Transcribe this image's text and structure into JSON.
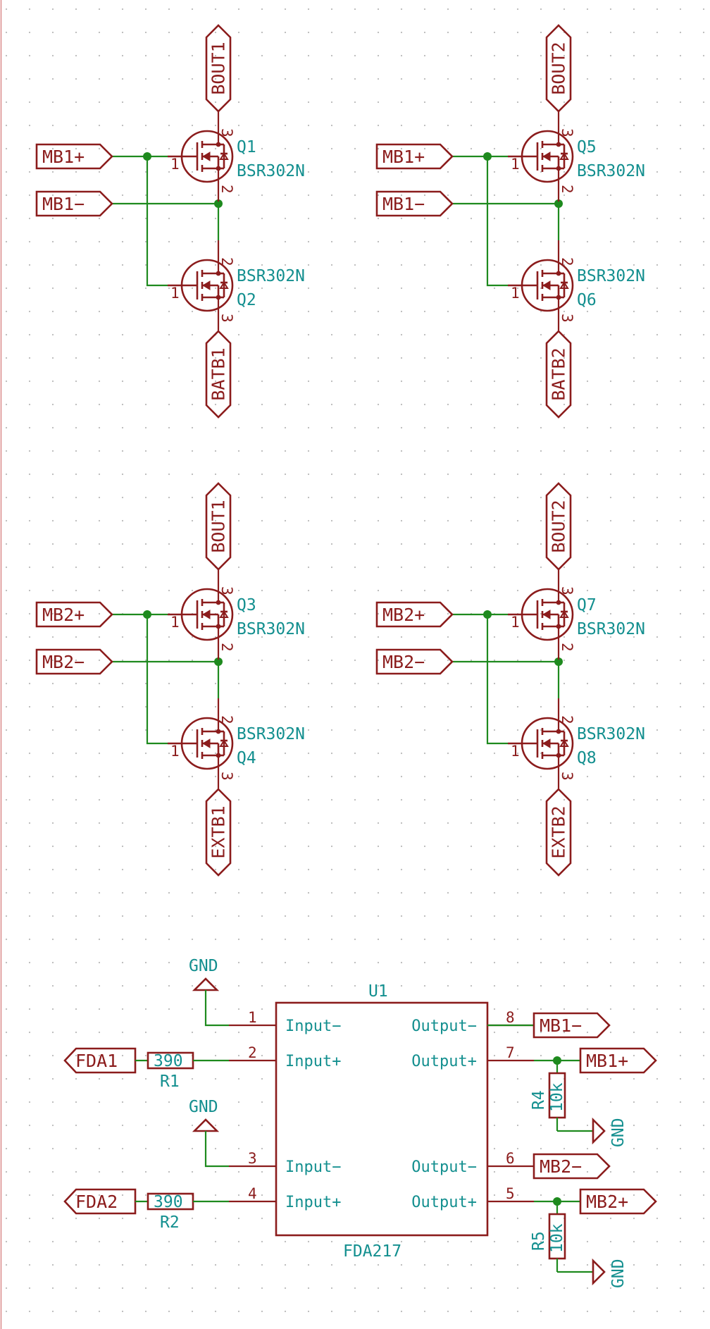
{
  "mosfet_blocks": [
    {
      "top_label": "BOUT1",
      "bottom_label": "BATB1",
      "in_plus": "MB1+",
      "in_minus": "MB1−",
      "q_top": {
        "ref": "Q1",
        "value": "BSR302N",
        "pin_gate": "1",
        "pin_source": "2",
        "pin_drain": "3"
      },
      "q_bot": {
        "ref": "Q2",
        "value": "BSR302N",
        "pin_gate": "1",
        "pin_source": "2",
        "pin_drain": "3"
      }
    },
    {
      "top_label": "BOUT2",
      "bottom_label": "BATB2",
      "in_plus": "MB1+",
      "in_minus": "MB1−",
      "q_top": {
        "ref": "Q5",
        "value": "BSR302N",
        "pin_gate": "1",
        "pin_source": "2",
        "pin_drain": "3"
      },
      "q_bot": {
        "ref": "Q6",
        "value": "BSR302N",
        "pin_gate": "1",
        "pin_source": "2",
        "pin_drain": "3"
      }
    },
    {
      "top_label": "BOUT1",
      "bottom_label": "EXTB1",
      "in_plus": "MB2+",
      "in_minus": "MB2−",
      "q_top": {
        "ref": "Q3",
        "value": "BSR302N",
        "pin_gate": "1",
        "pin_source": "2",
        "pin_drain": "3"
      },
      "q_bot": {
        "ref": "Q4",
        "value": "BSR302N",
        "pin_gate": "1",
        "pin_source": "2",
        "pin_drain": "3"
      }
    },
    {
      "top_label": "BOUT2",
      "bottom_label": "EXTB2",
      "in_plus": "MB2+",
      "in_minus": "MB2−",
      "q_top": {
        "ref": "Q7",
        "value": "BSR302N",
        "pin_gate": "1",
        "pin_source": "2",
        "pin_drain": "3"
      },
      "q_bot": {
        "ref": "Q8",
        "value": "BSR302N",
        "pin_gate": "1",
        "pin_source": "2",
        "pin_drain": "3"
      }
    }
  ],
  "amplifier": {
    "ref": "U1",
    "value": "FDA217",
    "gnd_label": "GND",
    "pins_left": [
      {
        "num": "1",
        "name": "Input−"
      },
      {
        "num": "2",
        "name": "Input+"
      },
      {
        "num": "3",
        "name": "Input−"
      },
      {
        "num": "4",
        "name": "Input+"
      }
    ],
    "pins_right": [
      {
        "num": "8",
        "name": "Output−",
        "net": "MB1−"
      },
      {
        "num": "7",
        "name": "Output+",
        "net": "MB1+"
      },
      {
        "num": "6",
        "name": "Output−",
        "net": "MB2−"
      },
      {
        "num": "5",
        "name": "Output+",
        "net": "MB2+"
      }
    ],
    "in_labels": [
      "FDA1",
      "FDA2"
    ],
    "series_resistors": [
      {
        "ref": "R1",
        "value": "390"
      },
      {
        "ref": "R2",
        "value": "390"
      }
    ],
    "pulldown_resistors": [
      {
        "ref": "R4",
        "value": "10k"
      },
      {
        "ref": "R5",
        "value": "10k"
      }
    ]
  },
  "colors": {
    "component": "#8b1c1c",
    "wire": "#1e8a1e",
    "reference_text": "#138f8f",
    "grid_dot": "#b9b9b9",
    "frame_line": "#d98a8a"
  }
}
